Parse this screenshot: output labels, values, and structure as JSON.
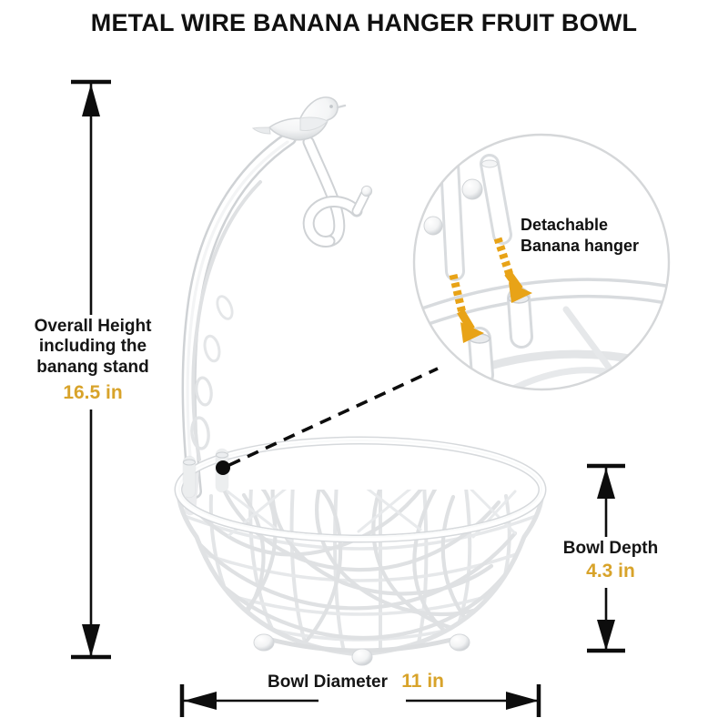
{
  "header": {
    "title": "METAL WIRE BANANA HANGER FRUIT BOWL"
  },
  "product": {
    "name": "Metal Wire Banana Hanger Fruit Bowl",
    "finish": "white",
    "parts": [
      "bird finial",
      "curved banana hanger arm",
      "hook",
      "wire mesh fruit bowl",
      "ball feet"
    ]
  },
  "dimensions": {
    "overall_height": {
      "label_line1": "Overall Height",
      "label_line2": "including the",
      "label_line3": "banang stand",
      "value": "16.5 in",
      "number": 16.5,
      "unit": "in"
    },
    "bowl_depth": {
      "label": "Bowl Depth",
      "value": "4.3 in",
      "number": 4.3,
      "unit": "in"
    },
    "bowl_diameter": {
      "label": "Bowl Diameter",
      "value": "11 in",
      "number": 11,
      "unit": "in"
    }
  },
  "callout": {
    "line1": "Detachable",
    "line2": "Banana hanger",
    "arrow_count": 2,
    "arrow_direction": "down"
  },
  "colors": {
    "accent_gold": "#d8a32a",
    "arrow_amber": "#e8a317",
    "text_dark": "#111111",
    "line_black": "#000000",
    "wire_white": "#ffffff",
    "wire_shadow": "#d9dbdd",
    "background": "#ffffff",
    "callout_ring": "#d5d7d9"
  },
  "icons": {
    "dimension_arrow_up": "arrow-up-icon",
    "dimension_arrow_down": "arrow-down-icon",
    "dimension_arrow_left": "arrow-left-icon",
    "dimension_arrow_right": "arrow-right-icon",
    "leader_dot": "dot-icon",
    "bird": "bird-icon"
  }
}
